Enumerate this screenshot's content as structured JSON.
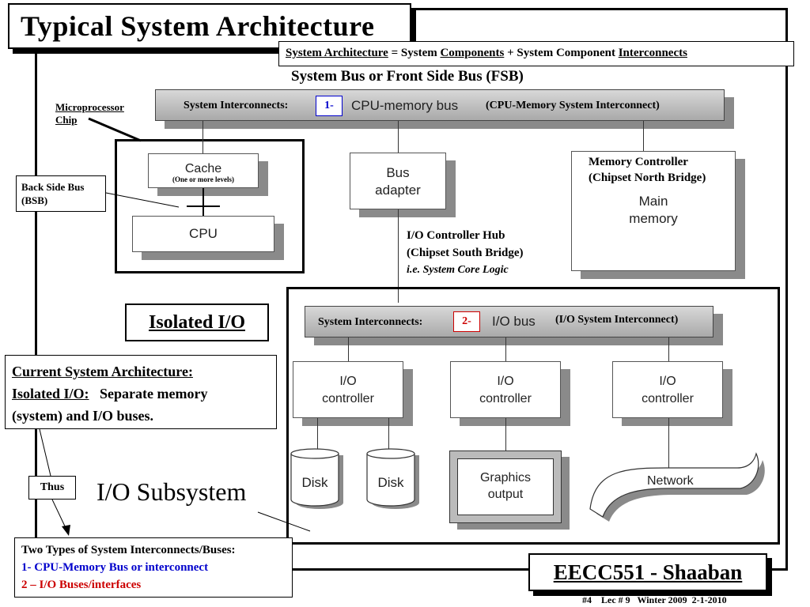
{
  "title": "Typical System Architecture",
  "equation": {
    "p1": "System Architecture",
    "p2": " =  System ",
    "p3": "Components",
    "p4": " + System Component ",
    "p5": "Interconnects"
  },
  "fsb_heading": "System Bus  or  Front Side Bus (FSB)",
  "cpu_bus": {
    "label": "System Interconnects:",
    "num": "1-",
    "name": "CPU-memory bus",
    "desc": "(CPU-Memory System Interconnect)"
  },
  "micro_chip": {
    "line1": "Microprocessor",
    "line2": "Chip"
  },
  "cache": {
    "label": "Cache",
    "sub": "(One or more levels)"
  },
  "cpu": "CPU",
  "bsb": {
    "line1": "Back Side Bus",
    "line2": "(BSB)"
  },
  "bus_adapter": {
    "line1": "Bus",
    "line2": "adapter"
  },
  "memory_controller": {
    "line1": "Memory Controller",
    "line2": "(Chipset North Bridge)"
  },
  "main_memory": {
    "line1": "Main",
    "line2": "memory"
  },
  "ioch": {
    "line1": "I/O Controller Hub",
    "line2": "(Chipset South Bridge)",
    "line3": "i.e. System Core Logic"
  },
  "isolated_io": "Isolated I/O",
  "io_bus": {
    "label": "System Interconnects:",
    "num": "2-",
    "name": "I/O bus",
    "desc": "(I/O System Interconnect)"
  },
  "io_controller": {
    "line1": "I/O",
    "line2": "controller"
  },
  "disk": "Disk",
  "graphics": {
    "line1": "Graphics",
    "line2": "output"
  },
  "network": "Network",
  "current": {
    "line1": "Current System Architecture:",
    "line2a": "Isolated I/O:",
    "line2b": "   Separate memory",
    "line3": "(system) and I/O buses."
  },
  "thus": "Thus",
  "io_subsystem": "I/O Subsystem",
  "types": {
    "line1": "Two Types of System Interconnects/Buses:",
    "line2": "1- CPU-Memory Bus or interconnect",
    "line3": "2 – I/O Buses/interfaces"
  },
  "course": "EECC551 - Shaaban",
  "footer": "#4    Lec # 9   Winter 2009  2-1-2010",
  "colors": {
    "blue": "#0000cc",
    "red": "#cc0000",
    "shadow": "#8a8a8a"
  }
}
